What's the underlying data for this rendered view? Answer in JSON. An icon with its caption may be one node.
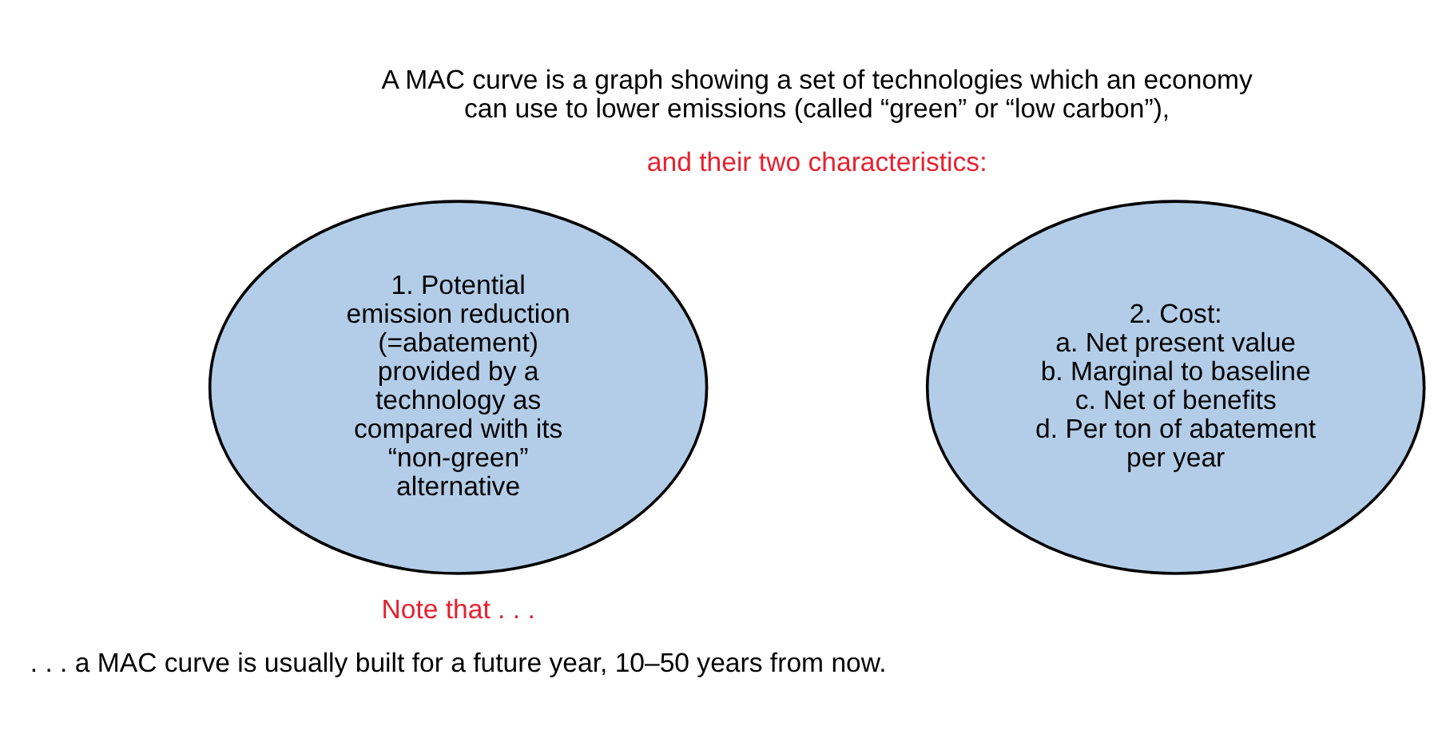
{
  "diagram": {
    "nodes": [
      {
        "text": [
          "1. Potential emission reduction (=abatement) provided by a technology as compared with its “non-green” alternative"
        ]
      },
      {
        "text": [
          "2. Cost:",
          "a. Net present value",
          "b. Marginal to baseline",
          "c. Net of benefits",
          "d. Per ton of abatement per year"
        ]
      }
    ],
    "edges": [],
    "labels": [
      "A MAC curve is a graph showing a set of technologies which an economy can use to lower emissions (called “green” or “low carbon”),",
      "and their two characteristics:",
      "Note that . . .",
      ". . . a MAC curve is usually built for a future year, 10–50 years from now."
    ]
  }
}
